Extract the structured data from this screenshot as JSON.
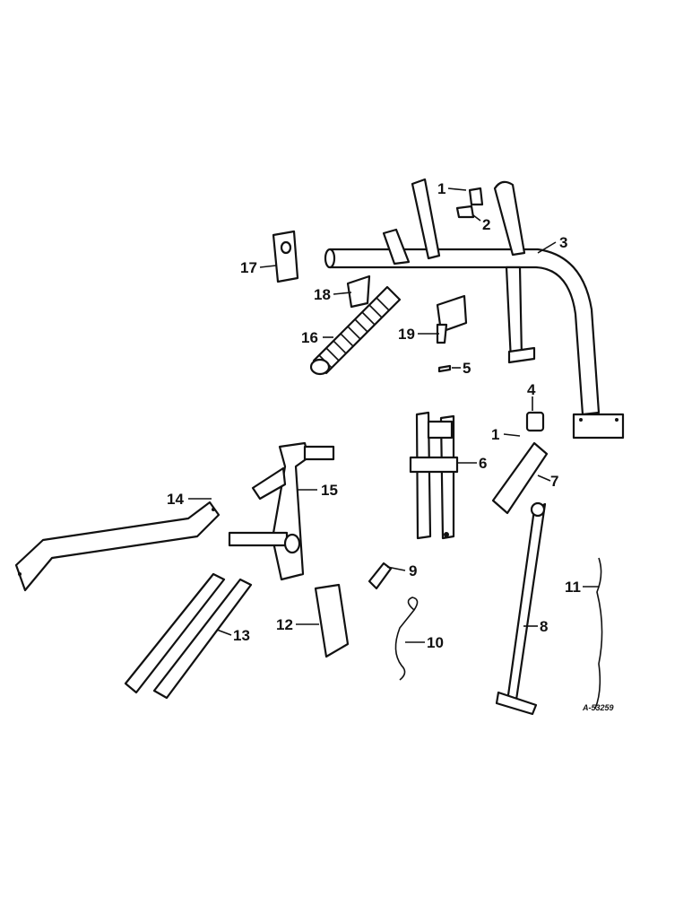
{
  "drawing_ref": "A-53259",
  "callouts": [
    {
      "id": "c1a",
      "label": "1"
    },
    {
      "id": "c2",
      "label": "2"
    },
    {
      "id": "c3",
      "label": "3"
    },
    {
      "id": "c17",
      "label": "17"
    },
    {
      "id": "c18",
      "label": "18"
    },
    {
      "id": "c16",
      "label": "16"
    },
    {
      "id": "c19",
      "label": "19"
    },
    {
      "id": "c5",
      "label": "5"
    },
    {
      "id": "c4",
      "label": "4"
    },
    {
      "id": "c1b",
      "label": "1"
    },
    {
      "id": "c6",
      "label": "6"
    },
    {
      "id": "c7",
      "label": "7"
    },
    {
      "id": "c14",
      "label": "14"
    },
    {
      "id": "c15",
      "label": "15"
    },
    {
      "id": "c9",
      "label": "9"
    },
    {
      "id": "c11",
      "label": "11"
    },
    {
      "id": "c12",
      "label": "12"
    },
    {
      "id": "c13",
      "label": "13"
    },
    {
      "id": "c10",
      "label": "10"
    },
    {
      "id": "c8",
      "label": "8"
    }
  ]
}
